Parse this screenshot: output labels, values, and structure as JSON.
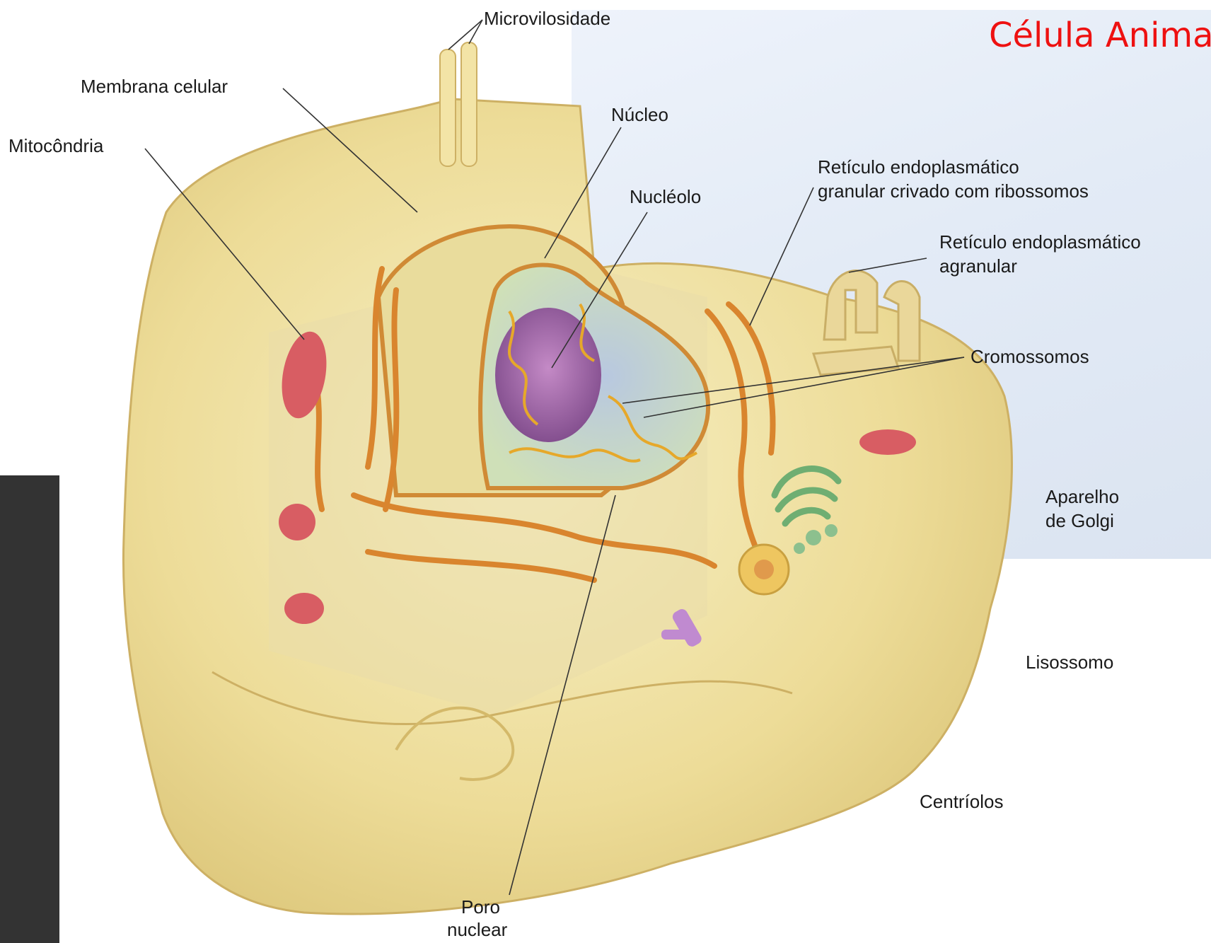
{
  "title": "Célula Animal",
  "labels": {
    "microvilosidade": "Microvilosidade",
    "membrana": "Membrana celular",
    "mitocondria": "Mitocôndria",
    "nucleo": "Núcleo",
    "nucleolo": "Nucléolo",
    "reticulo_granular_1": "Retículo endoplasmático",
    "reticulo_granular_2": "granular crivado com ribossomos",
    "reticulo_agranular_1": "Retículo endoplasmático",
    "reticulo_agranular_2": "agranular",
    "cromossomos": "Cromossomos",
    "golgi_1": "Aparelho",
    "golgi_2": "de Golgi",
    "lisossomo": "Lisossomo",
    "centriolos": "Centríolos",
    "poro_1": "Poro",
    "poro_2": "nuclear"
  },
  "colors": {
    "title": "#ee1111",
    "cytoplasm": "#efe3a6",
    "membrane": "#e0c872",
    "nucleus": "#cfe0c0",
    "nucleolus": "#a46aa6",
    "reticulum": "#d9852e",
    "mitochondria": "#d85d63",
    "golgi": "#6fae72",
    "sidebar": "#333333"
  }
}
